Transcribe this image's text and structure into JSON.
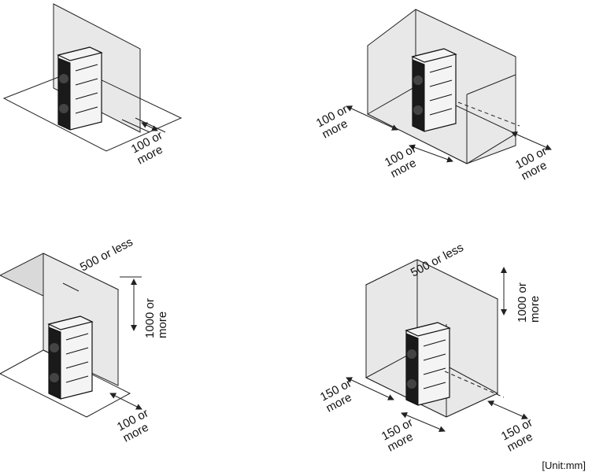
{
  "labels": {
    "d1_front": "100 or\nmore",
    "d2_left": "100 or\nmore",
    "d2_front": "100 or\nmore",
    "d2_right": "100 or\nmore",
    "d3_top": "500 or less",
    "d3_height": "1000 or\nmore",
    "d3_front": "100 or\nmore",
    "d4_top": "500 or less",
    "d4_height": "1000 or\nmore",
    "d4_left": "150 or\nmore",
    "d4_front": "150 or\nmore",
    "d4_right": "150 or\nmore"
  },
  "unit_note": "[Unit:mm]"
}
